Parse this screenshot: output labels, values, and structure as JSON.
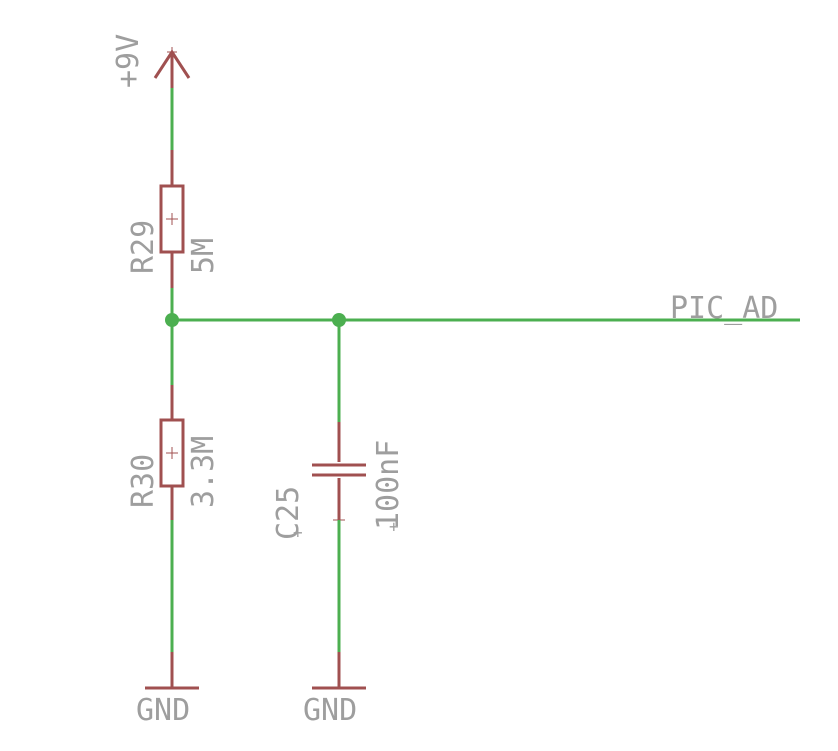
{
  "supply": {
    "label": "+9V"
  },
  "r29": {
    "name": "R29",
    "value": "5M"
  },
  "r30": {
    "name": "R30",
    "value": "3.3M"
  },
  "c25": {
    "name": "C25",
    "value": "100nF"
  },
  "net": {
    "label": "PIC_AD"
  },
  "ground": {
    "left_label": "GND",
    "right_label": "GND"
  },
  "colors": {
    "wire": "#4caf50",
    "symbol": "#a05050",
    "text": "#9e9e9e"
  }
}
